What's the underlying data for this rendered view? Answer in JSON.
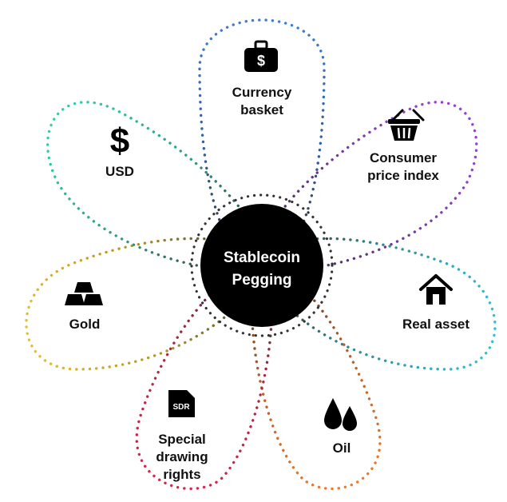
{
  "center": {
    "lines": [
      "Stablecoin",
      "Pegging"
    ]
  },
  "petals": [
    {
      "id": "currency-basket",
      "lines": [
        "Currency",
        "basket"
      ],
      "icon": "money-bag-icon",
      "color": "#3d7fd6"
    },
    {
      "id": "consumer-price-index",
      "lines": [
        "Consumer",
        "price index"
      ],
      "icon": "basket-icon",
      "color": "#9b3fd4"
    },
    {
      "id": "real-asset",
      "lines": [
        "Real asset"
      ],
      "icon": "house-icon",
      "color": "#2fc0d8"
    },
    {
      "id": "oil",
      "lines": [
        "Oil"
      ],
      "icon": "oil-drops-icon",
      "color": "#f07a2a"
    },
    {
      "id": "special-drawing-rights",
      "lines": [
        "Special",
        "drawing",
        "rights"
      ],
      "icon": "sdr-document-icon",
      "color": "#d9264b"
    },
    {
      "id": "gold",
      "lines": [
        "Gold"
      ],
      "icon": "gold-bars-icon",
      "color": "#e6c229"
    },
    {
      "id": "usd",
      "lines": [
        "USD"
      ],
      "icon": "dollar-sign-icon",
      "color": "#2fd6b0"
    }
  ],
  "icon_texts": {
    "dollar": "$",
    "sdr": "SDR",
    "bag": "$"
  }
}
